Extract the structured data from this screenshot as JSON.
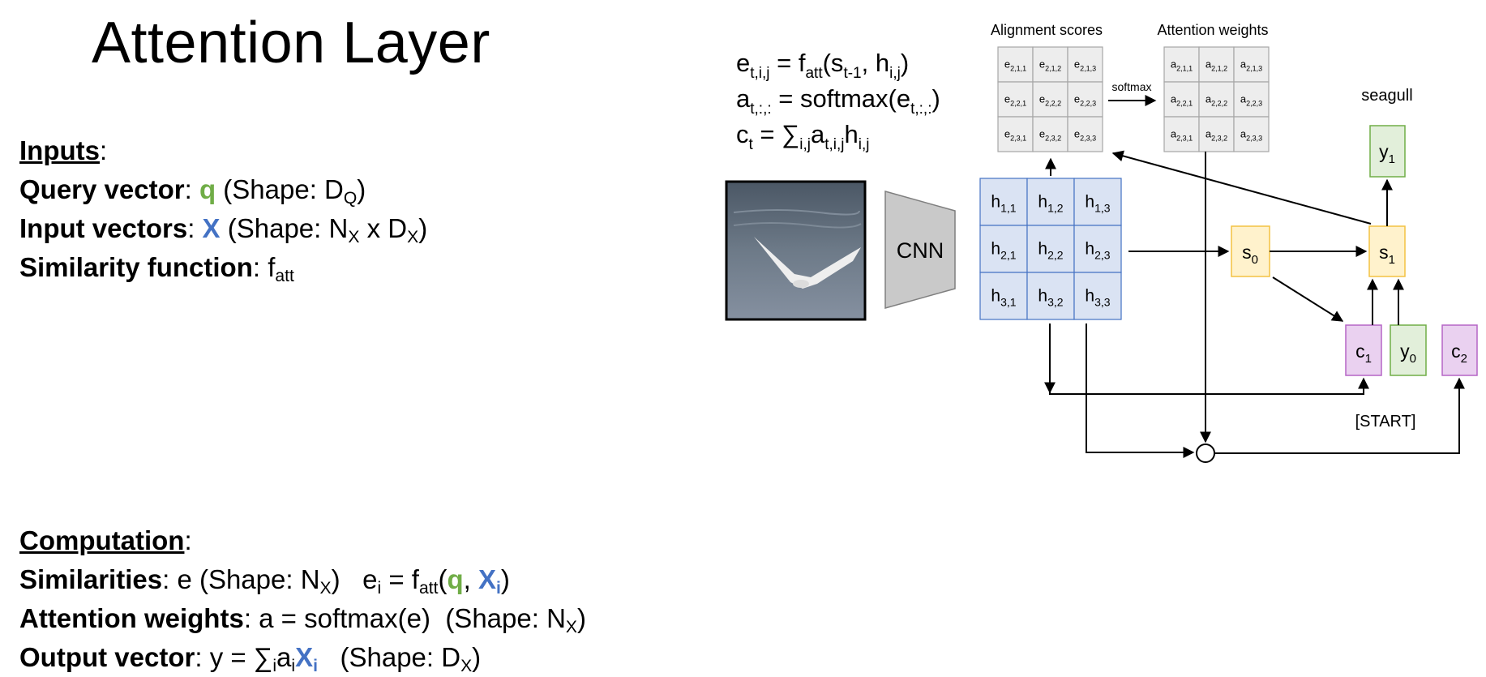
{
  "title": "Attention Layer",
  "inputs": {
    "heading": "Inputs",
    "query": {
      "label": "Query vector",
      "symbol": "q",
      "shape_open": "(Shape: D",
      "shape_sub": "Q",
      "shape_close": ")"
    },
    "input_vectors": {
      "label": "Input vectors",
      "symbol": "X",
      "shape_open": "(Shape: N",
      "shape_sub1": "X",
      "shape_mid": " x D",
      "shape_sub2": "X",
      "shape_close": ")"
    },
    "similarity": {
      "label": "Similarity function",
      "f": "f",
      "f_sub": "att"
    }
  },
  "computation": {
    "heading": "Computation",
    "similarities": {
      "label": "Similarities",
      "text1": "e (Shape: N",
      "sub1": "X",
      "text2": ")   e",
      "sub2": "i",
      "text3": " = f",
      "sub3": "att",
      "text4": "(",
      "q": "q",
      "comma": ", ",
      "x": "X",
      "x_sub": "i",
      "close": ")"
    },
    "attention_weights": {
      "label": "Attention weights",
      "text1": "a = softmax(e)  (Shape: N",
      "sub1": "X",
      "close": ")"
    },
    "output_vector": {
      "label": "Output vector",
      "text1": "y = ∑",
      "sub1": "i",
      "text2": "a",
      "sub2": "i",
      "x": "X",
      "x_sub": "i",
      "text3": "   (Shape: D",
      "sub3": "X",
      "close": ")"
    }
  },
  "equations": {
    "eq1": {
      "a": "e",
      "a_sub": "t,i,j",
      "b": " = f",
      "b_sub": "att",
      "c": "(s",
      "c_sub": "t-1",
      "d": ", h",
      "d_sub": "i,j",
      "e": ")"
    },
    "eq2": {
      "a": "a",
      "a_sub": "t,:,:",
      "b": " = softmax(e",
      "b_sub": "t,:,:",
      "c": ")"
    },
    "eq3": {
      "a": "c",
      "a_sub": "t",
      "b": " = ∑",
      "b_sub": "i,j",
      "c": "a",
      "c_sub": "t,i,j",
      "d": "h",
      "d_sub": "i,j"
    }
  },
  "alignment_scores": {
    "title": "Alignment scores",
    "cells": [
      [
        "e",
        "2,1,1"
      ],
      [
        "e",
        "2,1,2"
      ],
      [
        "e",
        "2,1,3"
      ],
      [
        "e",
        "2,2,1"
      ],
      [
        "e",
        "2,2,2"
      ],
      [
        "e",
        "2,2,3"
      ],
      [
        "e",
        "2,3,1"
      ],
      [
        "e",
        "2,3,2"
      ],
      [
        "e",
        "2,3,3"
      ]
    ]
  },
  "attention_weights_grid": {
    "title": "Attention weights",
    "cells": [
      [
        "a",
        "2,1,1"
      ],
      [
        "a",
        "2,1,2"
      ],
      [
        "a",
        "2,1,3"
      ],
      [
        "a",
        "2,2,1"
      ],
      [
        "a",
        "2,2,2"
      ],
      [
        "a",
        "2,2,3"
      ],
      [
        "a",
        "2,3,1"
      ],
      [
        "a",
        "2,3,2"
      ],
      [
        "a",
        "2,3,3"
      ]
    ]
  },
  "softmax_label": "softmax",
  "cnn_label": "CNN",
  "feature_grid": {
    "cells": [
      [
        "h",
        "1,1"
      ],
      [
        "h",
        "1,2"
      ],
      [
        "h",
        "1,3"
      ],
      [
        "h",
        "2,1"
      ],
      [
        "h",
        "2,2"
      ],
      [
        "h",
        "2,3"
      ],
      [
        "h",
        "3,1"
      ],
      [
        "h",
        "3,2"
      ],
      [
        "h",
        "3,3"
      ]
    ]
  },
  "nodes": {
    "s0": {
      "base": "s",
      "sub": "0"
    },
    "s1": {
      "base": "s",
      "sub": "1"
    },
    "y1": {
      "base": "y",
      "sub": "1"
    },
    "y0": {
      "base": "y",
      "sub": "0"
    },
    "c1": {
      "base": "c",
      "sub": "1"
    },
    "c2": {
      "base": "c",
      "sub": "2"
    }
  },
  "output_word": "seagull",
  "start_token": "[START]",
  "colors": {
    "green": "#70ad47",
    "blue": "#4472c4",
    "feature_fill": "#dae3f3",
    "grid_fill": "#ededed",
    "state_fill": "#fff2cc",
    "state_stroke": "#f4c242",
    "output_fill": "#e2efda",
    "output_stroke": "#70ad47",
    "context_fill": "#ead1f0",
    "context_stroke": "#b565c6",
    "cnn_fill": "#c9c9c9"
  }
}
